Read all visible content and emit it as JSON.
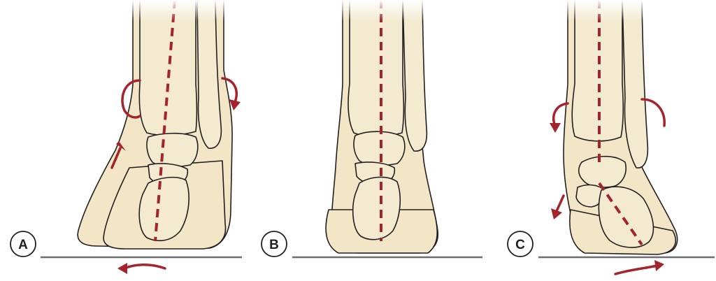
{
  "panels": [
    {
      "id": "A",
      "label": "A",
      "alignment": "valgus",
      "colors": {
        "axis": "#a3242c"
      }
    },
    {
      "id": "B",
      "label": "B",
      "alignment": "neutral",
      "colors": {
        "axis": "#a3242c"
      }
    },
    {
      "id": "C",
      "label": "C",
      "alignment": "varus",
      "colors": {
        "axis": "#a3242c"
      }
    }
  ],
  "colors": {
    "bone": "#f3ead0",
    "outline": "#231f20",
    "ground": "#6d6e71",
    "arrow": "#a3242c"
  }
}
